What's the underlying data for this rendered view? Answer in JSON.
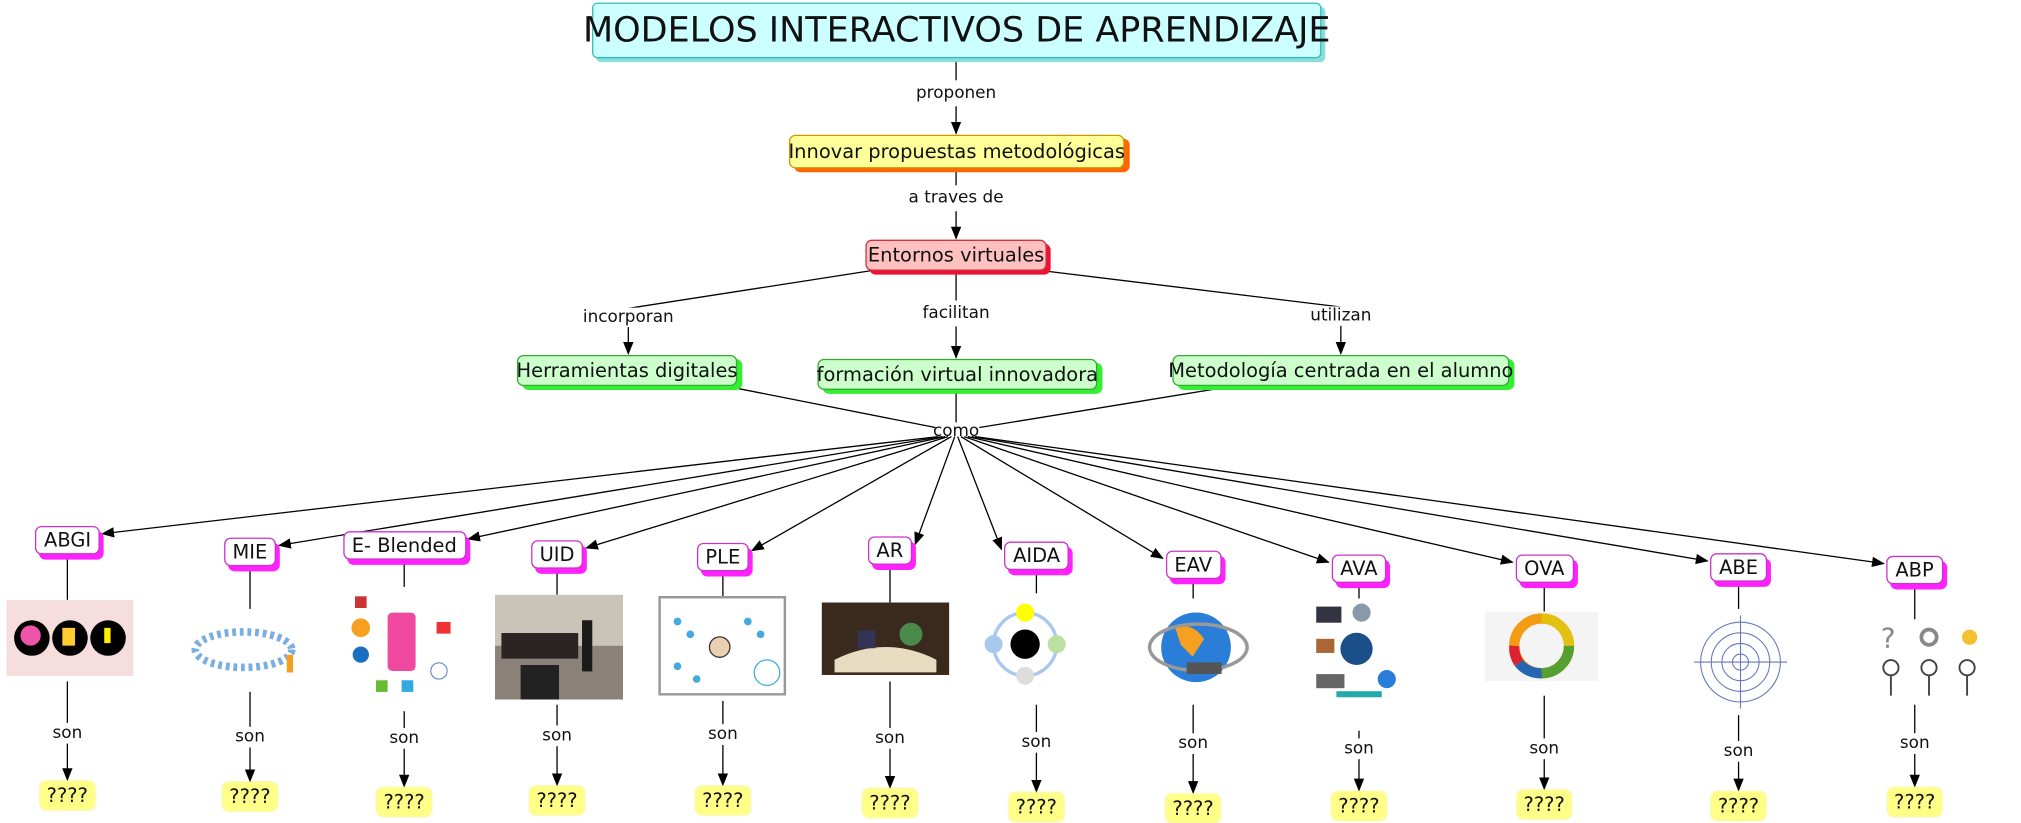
{
  "title": "MODELOS INTERACTIVOS DE APRENDIZAJE",
  "links": {
    "proponen": "proponen",
    "a_traves_de": "a traves de",
    "incorporan": "incorporan",
    "facilitan": "facilitan",
    "utilizan": "utilizan",
    "como": "como"
  },
  "nodes": {
    "innovar": "Innovar propuestas metodológicas",
    "entornos": "Entornos virtuales",
    "herramientas": "Herramientas digitales",
    "formacion": "formación virtual innovadora",
    "metodologia": "Metodología centrada en el alumno"
  },
  "children": [
    {
      "label": "ABGI",
      "link": "son",
      "leaf": "????",
      "image": "heads-brain-image"
    },
    {
      "label": "MIE",
      "link": "son",
      "leaf": "????",
      "image": "people-circle-image"
    },
    {
      "label": "E- Blended",
      "link": "son",
      "leaf": "????",
      "image": "blended-learning-image"
    },
    {
      "label": "UID",
      "link": "son",
      "leaf": "????",
      "image": "classroom-photo"
    },
    {
      "label": "PLE",
      "link": "son",
      "leaf": "????",
      "image": "ple-whiteboard-image"
    },
    {
      "label": "AR",
      "link": "son",
      "leaf": "????",
      "image": "augmented-book-image"
    },
    {
      "label": "AIDA",
      "link": "son",
      "leaf": "????",
      "image": "aida-cycle-image"
    },
    {
      "label": "EAV",
      "link": "son",
      "leaf": "????",
      "image": "globe-figure-image"
    },
    {
      "label": "AVA",
      "link": "son",
      "leaf": "????",
      "image": "virtual-environment-collage"
    },
    {
      "label": "OVA",
      "link": "son",
      "leaf": "????",
      "image": "ova-ring-image"
    },
    {
      "label": "ABE",
      "link": "son",
      "leaf": "????",
      "image": "kolb-target-image"
    },
    {
      "label": "ABP",
      "link": "son",
      "leaf": "????",
      "image": "thinking-figures-image"
    }
  ],
  "colors": {
    "title_bg": "#ccffff",
    "innovar_bg": "#ffff99",
    "innovar_shadow": "#ff6600",
    "entornos_bg": "#ffc0c0",
    "green_bg": "#ccffcc",
    "child_shadow": "#ff22ff",
    "leaf_bg": "#ffff88"
  }
}
